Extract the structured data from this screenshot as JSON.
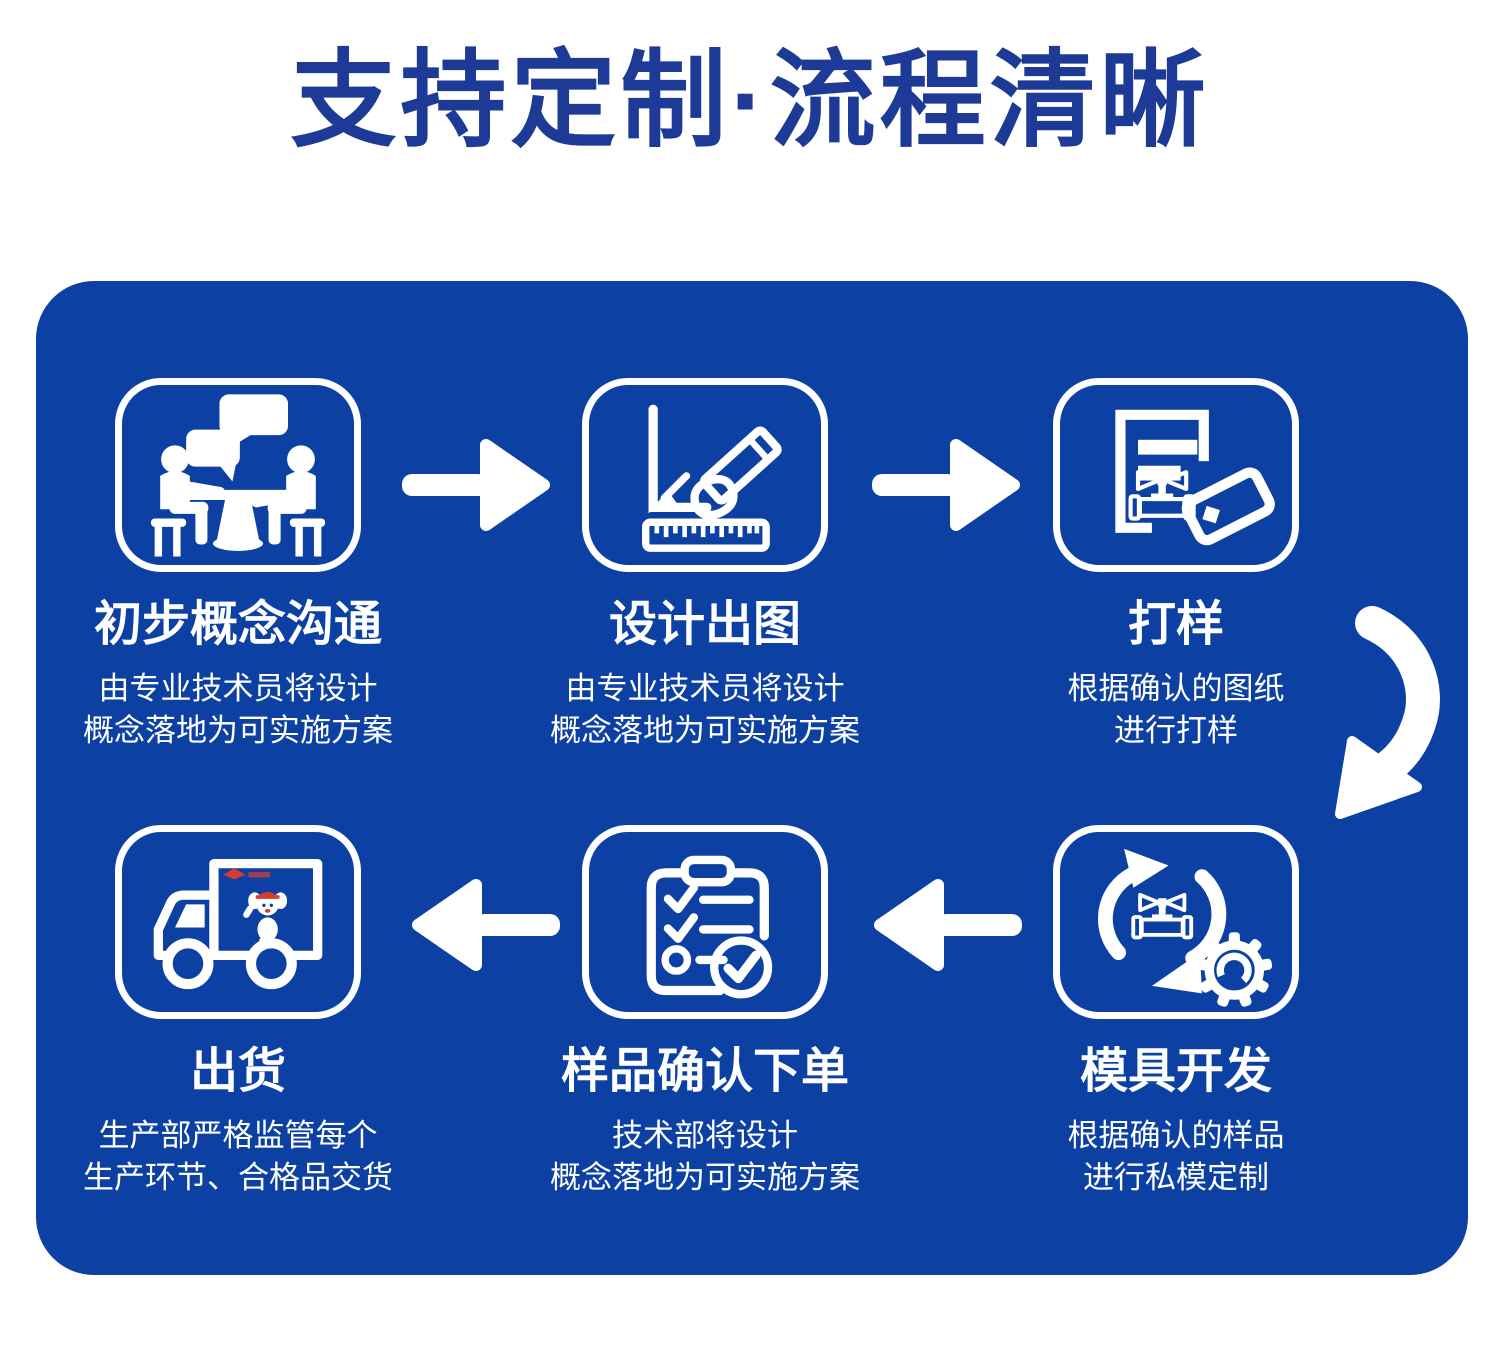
{
  "title": "支持定制·流程清晰",
  "colors": {
    "title_text": "#1d3a96",
    "panel_background": "#0c41a3",
    "icon_foreground": "#ffffff",
    "mascot_accent_red": "#d63c2e"
  },
  "steps": [
    {
      "order": 1,
      "title": "初步概念沟通",
      "desc": "由专业技术员将设计\n概念落地为可实施方案",
      "icon": "meeting-discussion-icon"
    },
    {
      "order": 2,
      "title": "设计出图",
      "desc": "由专业技术员将设计\n概念落地为可实施方案",
      "icon": "design-drafting-icon"
    },
    {
      "order": 3,
      "title": "打样",
      "desc": "根据确认的图纸\n进行打样",
      "icon": "sample-document-tag-icon"
    },
    {
      "order": 4,
      "title": "模具开发",
      "desc": "根据确认的样品\n进行私模定制",
      "icon": "mold-development-icon"
    },
    {
      "order": 5,
      "title": "样品确认下单",
      "desc": "技术部将设计\n概念落地为可实施方案",
      "icon": "sample-confirm-checklist-icon"
    },
    {
      "order": 6,
      "title": "出货",
      "desc": "生产部严格监管每个\n生产环节、合格品交货",
      "icon": "shipping-truck-icon"
    }
  ]
}
